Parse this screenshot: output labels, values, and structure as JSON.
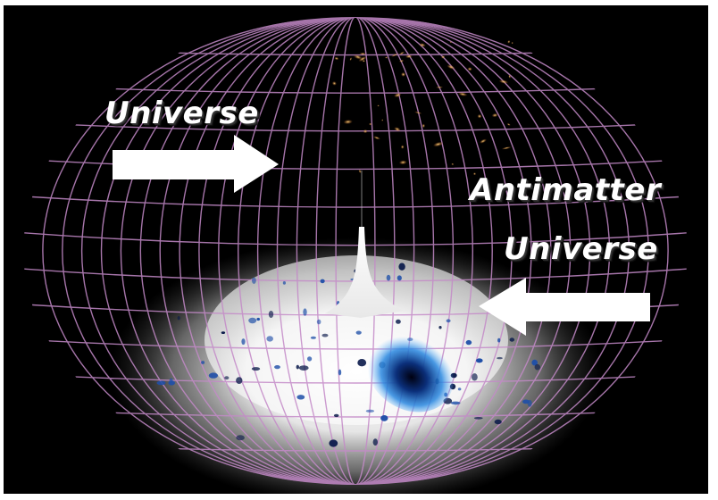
{
  "labels": {
    "universe": "Universe",
    "antimatter_line1": "Antimatter",
    "antimatter_line2": "Universe"
  },
  "colors": {
    "background": "#000000",
    "grid_lines": "#c48ac8",
    "arrows": "#ffffff",
    "glow": "#ffffff",
    "blue_blob": "#1e6fd0"
  },
  "elements": {
    "torus": "torus-grid",
    "arrow_left": "right-arrow",
    "arrow_right": "left-arrow"
  }
}
